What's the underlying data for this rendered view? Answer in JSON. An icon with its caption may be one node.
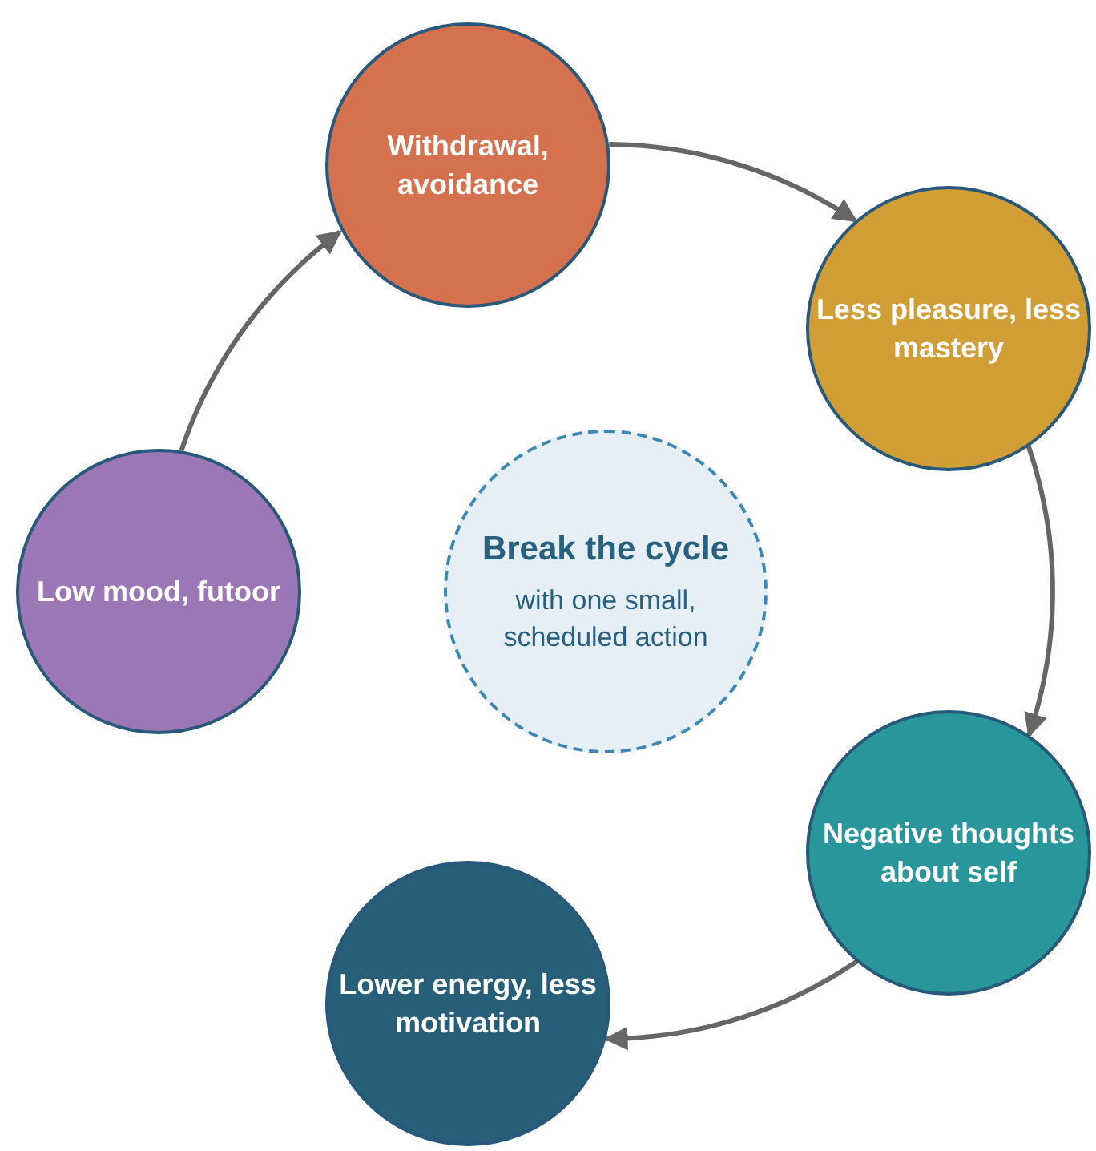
{
  "diagram": {
    "nodes": [
      {
        "text": [
          "Withdrawal, avoidance"
        ]
      },
      {
        "text": [
          "Less pleasure, less mastery"
        ]
      },
      {
        "text": [
          "Low mood, futoor"
        ]
      },
      {
        "text": [
          "Break the cycle",
          "with one small, scheduled action"
        ]
      },
      {
        "text": [
          "Negative thoughts about self"
        ]
      },
      {
        "text": [
          "Lower energy, less motivation"
        ]
      }
    ],
    "edges": [
      {
        "from": 0,
        "to": 1,
        "arrow": "to"
      },
      {
        "from": 1,
        "to": 4,
        "arrow": "to"
      },
      {
        "from": 4,
        "to": 5,
        "arrow": "to"
      },
      {
        "from": 2,
        "to": 0,
        "arrow": "to"
      }
    ]
  }
}
